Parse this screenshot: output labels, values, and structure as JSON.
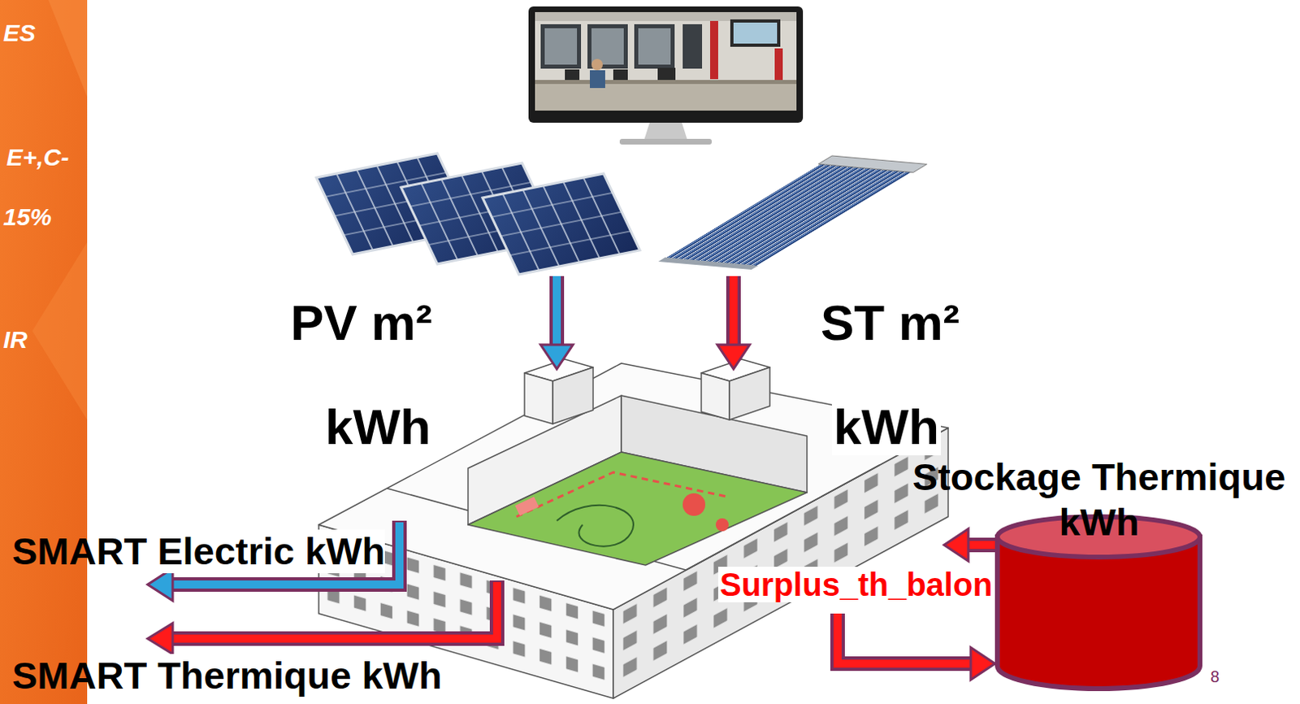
{
  "diagram": {
    "nodes": [
      {
        "text": [
          "PV m²"
        ]
      },
      {
        "text": [
          "ST m²"
        ]
      },
      {
        "text": [
          "kWh",
          "kWh"
        ]
      },
      {
        "text": [
          "Stockage Thermique kWh"
        ]
      }
    ],
    "edges": [
      {
        "from": 0,
        "to": 2,
        "arrow": "to"
      },
      {
        "from": 1,
        "to": 2,
        "arrow": "to"
      },
      {
        "from": 3,
        "to": 2,
        "arrow": "to"
      },
      {
        "from": 2,
        "to": 3,
        "arrow": "to",
        "label": "Surplus_th_balon"
      }
    ],
    "labels": [
      "ES",
      "E+,C-",
      "15%",
      "IR",
      "SMART Electric kWh",
      "SMART Thermique kWh",
      "8"
    ]
  }
}
